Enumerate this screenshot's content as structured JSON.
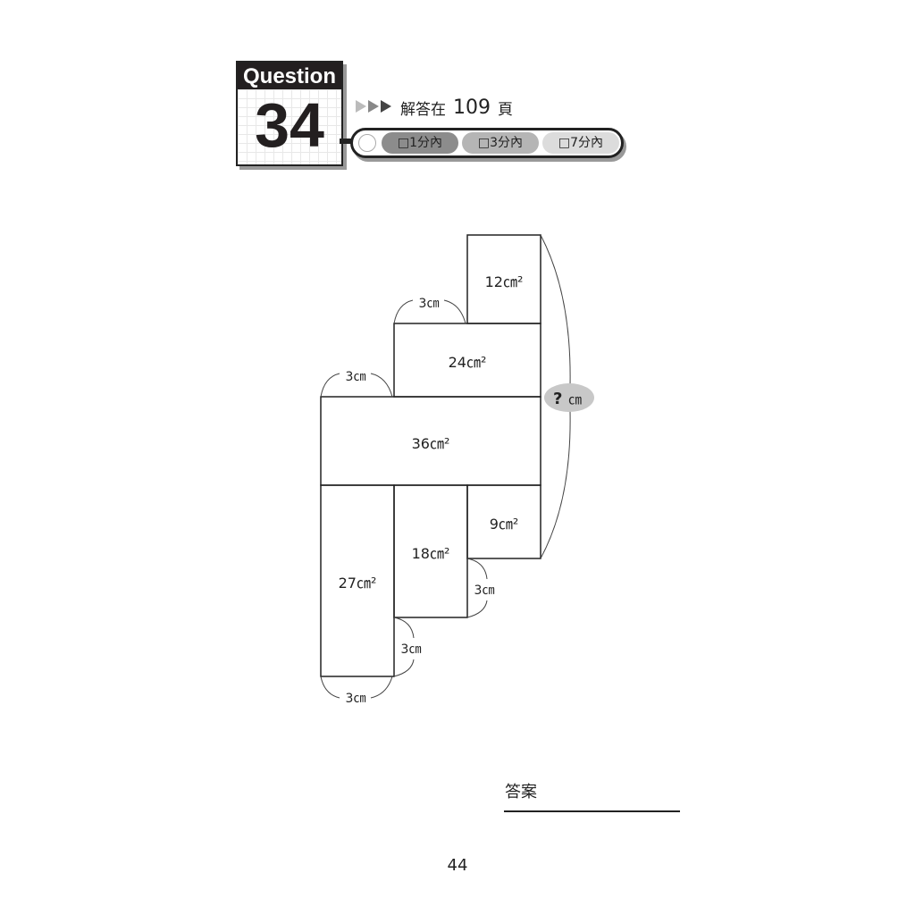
{
  "header": {
    "question_label": "Question",
    "question_number": "34",
    "answer_prefix": "解答在",
    "answer_page": "109",
    "answer_suffix": "頁",
    "time_options": [
      {
        "label": "□1分內",
        "color": "#8c8c8c"
      },
      {
        "label": "□3分內",
        "color": "#b5b5b5"
      },
      {
        "label": "□7分內",
        "color": "#dcdcdc"
      }
    ]
  },
  "figure": {
    "areas": {
      "a12": "12㎝²",
      "a24": "24㎝²",
      "a36": "36㎝²",
      "a27": "27㎝²",
      "a18": "18㎝²",
      "a9": "9㎝²"
    },
    "lengths": {
      "l1": "3㎝",
      "l2": "3㎝",
      "l3": "3㎝",
      "l4": "3㎝",
      "l5": "3㎝"
    },
    "unknown": {
      "symbol": "?",
      "unit": "㎝"
    }
  },
  "answer": {
    "label": "答案"
  },
  "page_number": "44"
}
